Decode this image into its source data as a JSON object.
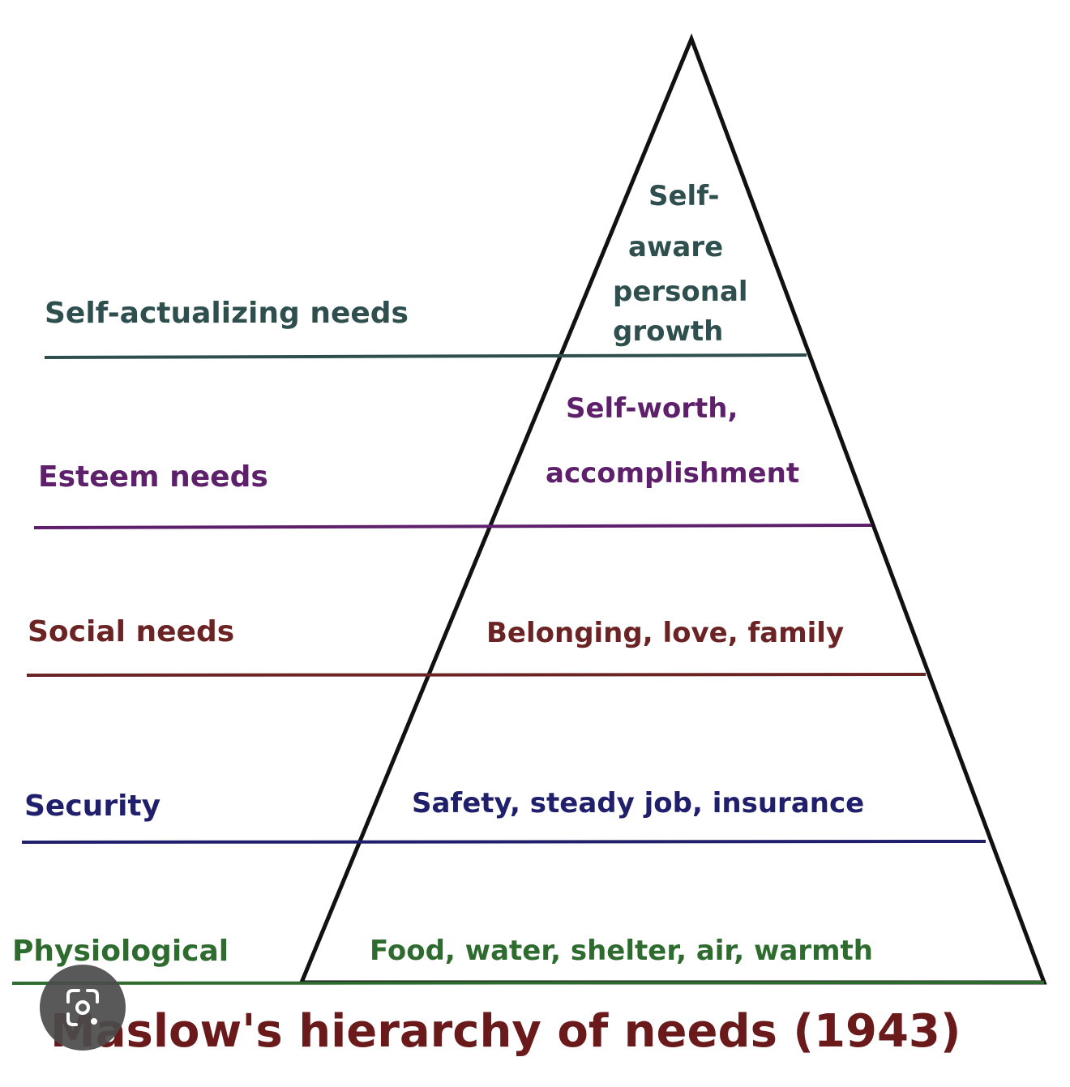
{
  "title": "Maslow's hierarchy of needs (1943)",
  "colors": {
    "title": "#6a1a1a",
    "outline": "#111111",
    "self_actualizing": "#2f4f4f",
    "esteem": "#5e1f6b",
    "social": "#6b2323",
    "security": "#1f1f6b",
    "physiological": "#2e6b2e",
    "lens_button_bg": "#4b4b4b"
  },
  "levels": [
    {
      "id": "self_actualizing",
      "label": "Self-actualizing needs",
      "examples": [
        "Self-",
        "aware",
        "personal",
        "growth"
      ]
    },
    {
      "id": "esteem",
      "label": "Esteem needs",
      "examples": [
        "Self-worth,",
        "accomplishment"
      ]
    },
    {
      "id": "social",
      "label": "Social needs",
      "examples": [
        "Belonging, love, family"
      ]
    },
    {
      "id": "security",
      "label": "Security",
      "examples": [
        "Safety, steady job, insurance"
      ]
    },
    {
      "id": "physiological",
      "label": "Physiological",
      "examples": [
        "Food, water, shelter, air, warmth"
      ]
    }
  ],
  "overlay": {
    "icon": "lens-search-icon"
  }
}
